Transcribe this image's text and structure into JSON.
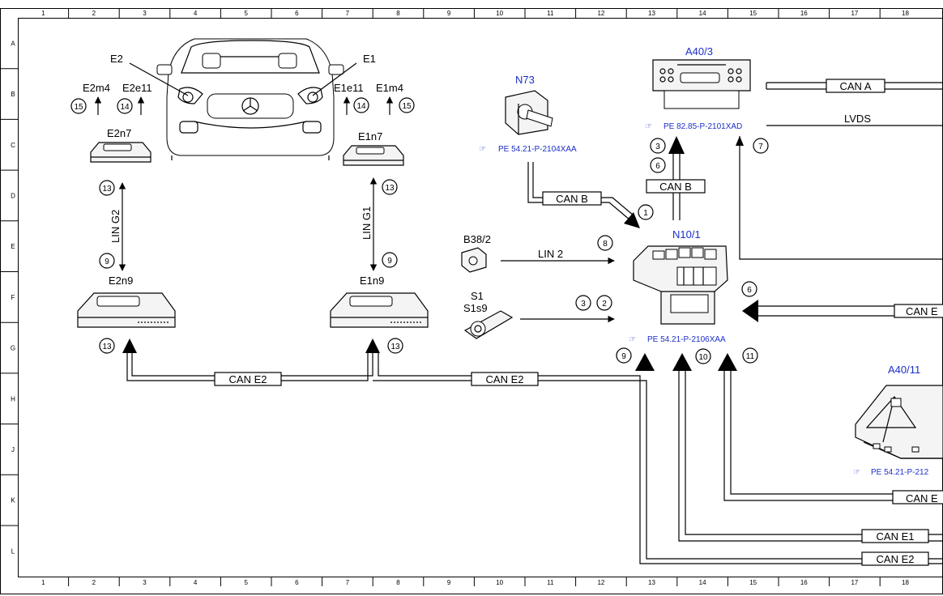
{
  "grid": {
    "columns": [
      "1",
      "2",
      "3",
      "4",
      "5",
      "6",
      "7",
      "8",
      "9",
      "10",
      "11",
      "12",
      "13",
      "14",
      "15",
      "16",
      "17",
      "18"
    ],
    "rows": [
      "A",
      "B",
      "C",
      "D",
      "E",
      "F",
      "G",
      "H",
      "J",
      "K",
      "L"
    ]
  },
  "components": {
    "e2": "E2",
    "e1": "E1",
    "e2m4": "E2m4",
    "e2e11": "E2e11",
    "e1e11": "E1e11",
    "e1m4": "E1m4",
    "e2n7": "E2n7",
    "e1n7": "E1n7",
    "e2n9": "E2n9",
    "e1n9": "E1n9",
    "n73": "N73",
    "a40_3": "A40/3",
    "b38_2": "B38/2",
    "s1": "S1",
    "s1s9": "S1s9",
    "n10_1": "N10/1",
    "a40_11": "A40/11"
  },
  "refs": {
    "n73_ref": "PE 54.21-P-2104XAA",
    "a40_3_ref": "PE 82.85-P-2101XAD",
    "n10_1_ref": "PE 54.21-P-2106XAA",
    "a40_11_ref": "PE 54.21-P-212"
  },
  "buses": {
    "lin_g2": "LIN G2",
    "lin_g1": "LIN G1",
    "lin_2": "LIN 2",
    "can_b_n73": "CAN B",
    "can_b_a40": "CAN B",
    "can_a": "CAN A",
    "lvds": "LVDS",
    "can_e2_left": "CAN E2",
    "can_e2_mid": "CAN E2",
    "can_e_right": "CAN E",
    "can_e_k": "CAN E",
    "can_e1_bottom": "CAN E1",
    "can_e2_bottom": "CAN E2"
  },
  "callouts": {
    "c15_left": "15",
    "c14_left": "14",
    "c14_right": "14",
    "c15_right": "15",
    "c13_e2n7": "13",
    "c13_e1n7": "13",
    "c9_left": "9",
    "c9_right": "9",
    "c13_e2n9": "13",
    "c13_e1n9": "13",
    "c1": "1",
    "c3": "3",
    "c6_top": "6",
    "c7": "7",
    "c8": "8",
    "c3b": "3",
    "c2": "2",
    "c6_right": "6",
    "c9_n10": "9",
    "c10": "10",
    "c11": "11"
  }
}
